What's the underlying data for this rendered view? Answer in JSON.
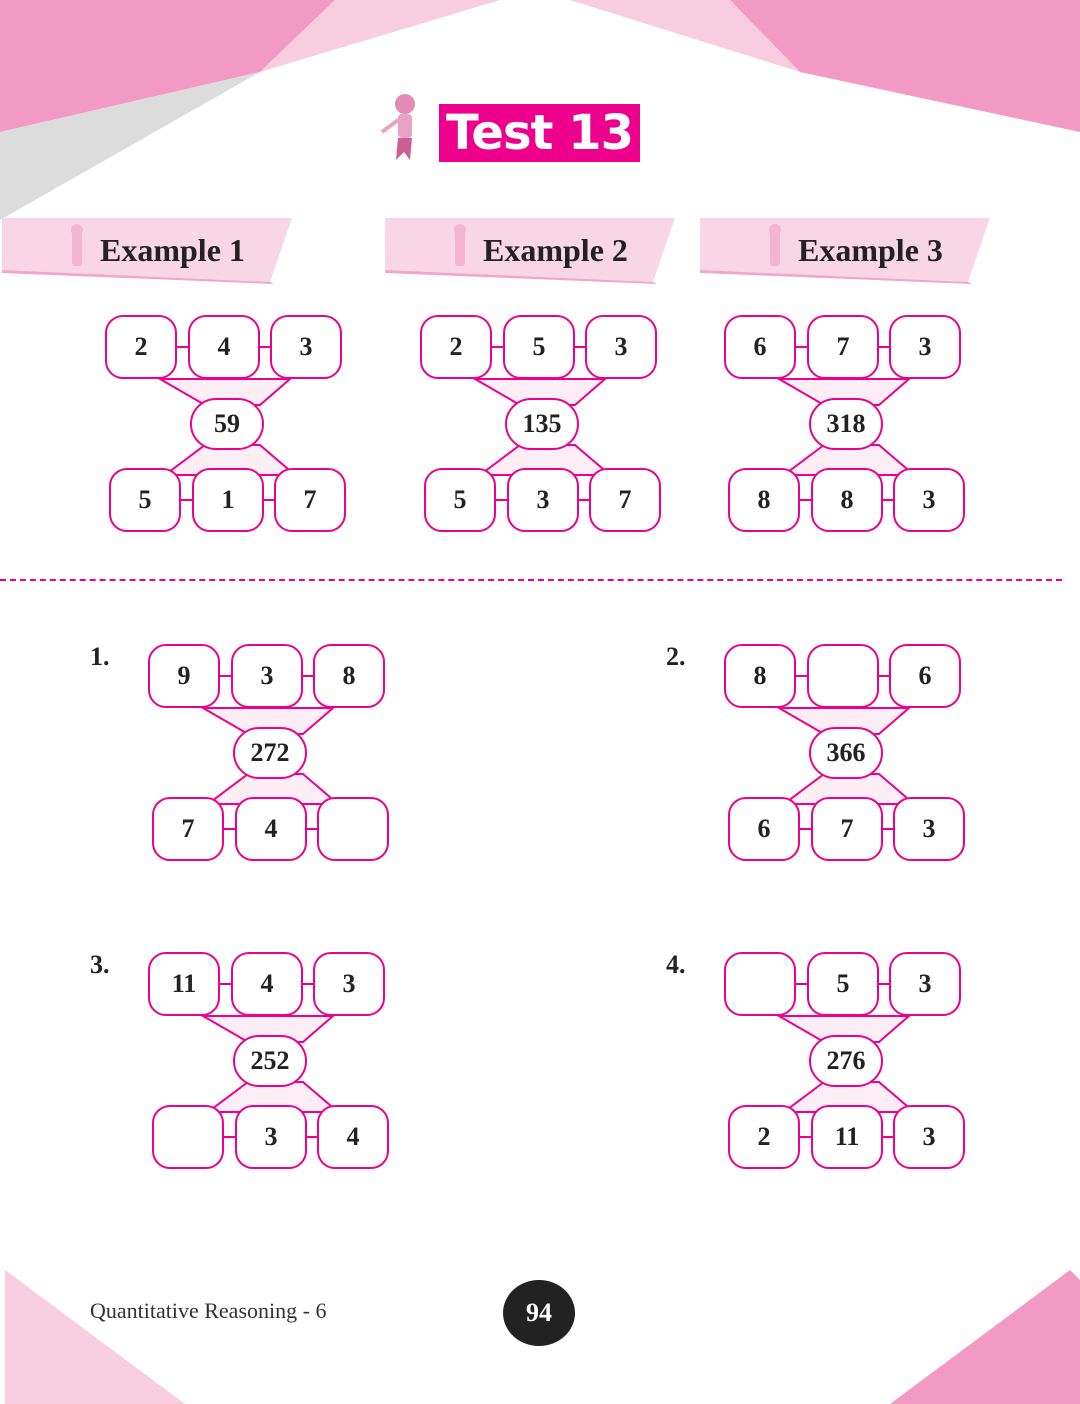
{
  "title": "Test 13",
  "examples": [
    {
      "label": "Example 1",
      "top": [
        "2",
        "4",
        "3"
      ],
      "center": "59",
      "bottom": [
        "5",
        "1",
        "7"
      ]
    },
    {
      "label": "Example 2",
      "top": [
        "2",
        "5",
        "3"
      ],
      "center": "135",
      "bottom": [
        "5",
        "3",
        "7"
      ]
    },
    {
      "label": "Example 3",
      "top": [
        "6",
        "7",
        "3"
      ],
      "center": "318",
      "bottom": [
        "8",
        "8",
        "3"
      ]
    }
  ],
  "questions": [
    {
      "number": "1.",
      "top": [
        "9",
        "3",
        "8"
      ],
      "center": "272",
      "bottom": [
        "7",
        "4",
        ""
      ]
    },
    {
      "number": "2.",
      "top": [
        "8",
        "",
        "6"
      ],
      "center": "366",
      "bottom": [
        "6",
        "7",
        "3"
      ]
    },
    {
      "number": "3.",
      "top": [
        "11",
        "4",
        "3"
      ],
      "center": "252",
      "bottom": [
        "",
        "3",
        "4"
      ]
    },
    {
      "number": "4.",
      "top": [
        "",
        "5",
        "3"
      ],
      "center": "276",
      "bottom": [
        "2",
        "11",
        "3"
      ]
    }
  ],
  "footer": {
    "book": "Quantitative Reasoning - 6",
    "page": "94"
  },
  "colors": {
    "accent": "#ec008c",
    "pink_light": "#f9d6e6",
    "pink_mid": "#f39ac4"
  }
}
